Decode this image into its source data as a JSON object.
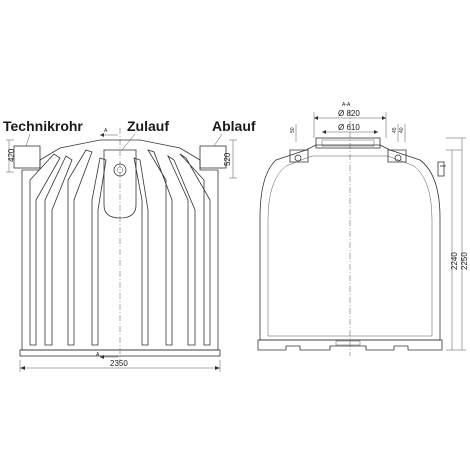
{
  "labels": {
    "technikrohr": "Technikrohr",
    "zulauf": "Zulauf",
    "ablauf": "Ablauf"
  },
  "dimensions": {
    "left_height_420": "420",
    "right_height_520": "520",
    "width_2350": "2350",
    "section_aa": "A-A",
    "diameter_820": "Ø 820",
    "diameter_610": "Ø 610",
    "dim_50": "50",
    "dim_45": "45",
    "dim_40": "40",
    "height_2240": "2240",
    "height_2250": "2250",
    "section_mark_top": "A",
    "section_mark_bottom": "A"
  },
  "colors": {
    "line": "#333333",
    "text": "#1a1a1a",
    "background": "#ffffff"
  }
}
